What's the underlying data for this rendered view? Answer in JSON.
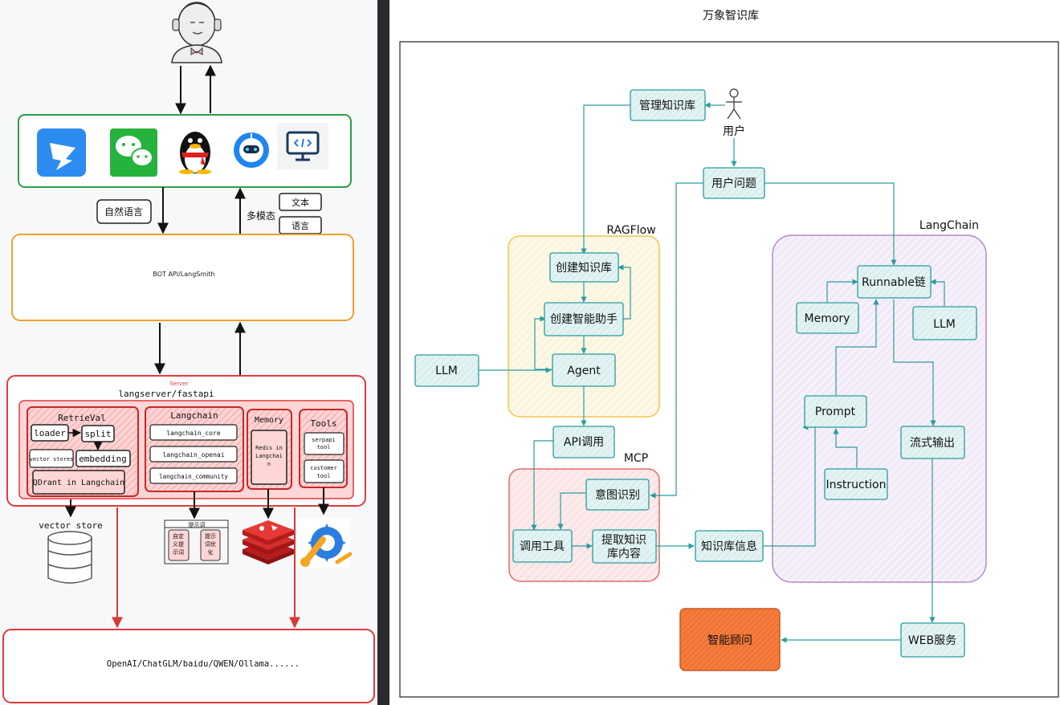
{
  "left": {
    "channel_icons": [
      "dingtalk-icon",
      "wechat-icon",
      "qq-penguin-icon",
      "robot-assistant-icon",
      "web-client-icon"
    ],
    "natural_language": "自然语言",
    "multimodal": "多模态",
    "text": "文本",
    "voice": "语言",
    "bot_api": "BOT API/LangSmith",
    "server_tag": "Server",
    "server_title": "langserver/fastapi",
    "retrieval": {
      "title": "RetrieVal",
      "loader": "loader",
      "split": "split",
      "vector_stores": "vector stores",
      "embedding": "embedding",
      "qdrant": "QDrant in Langchain"
    },
    "langchain": {
      "title": "Langchain",
      "items": [
        "langchain_core",
        "langchain_openai",
        "langchain_community"
      ]
    },
    "memory": {
      "title": "Memory",
      "body": "Redis in Langchain"
    },
    "tools": {
      "title": "Tools",
      "serpapi": "serpapi tool",
      "customer": "customer tool"
    },
    "vector_store": "vector store",
    "prompt_box": {
      "title": "提示词",
      "custom": "自定义提示词",
      "optimize": "提示词优化"
    },
    "llm_backends": "OpenAI/ChatGLM/baidu/QWEN/Ollama......"
  },
  "right": {
    "title": "万象智识库",
    "manage_kb": "管理知识库",
    "user": "用户",
    "user_question": "用户问题",
    "ragflow": "RAGFlow",
    "create_kb": "创建知识库",
    "create_assistant": "创建智能助手",
    "agent": "Agent",
    "llm": "LLM",
    "api_call": "API调用",
    "mcp": "MCP",
    "intent": "意图识别",
    "call_tool": "调用工具",
    "extract_kb_1": "提取知识",
    "extract_kb_2": "库内容",
    "kb_info": "知识库信息",
    "langchain": "LangChain",
    "runnable": "Runnable链",
    "memory": "Memory",
    "lc_llm": "LLM",
    "prompt": "Prompt",
    "instruction": "Instruction",
    "stream_output": "流式输出",
    "web_service": "WEB服务",
    "smart_advisor": "智能顾问"
  },
  "colors": {
    "green": "#2e9e44",
    "orange": "#f0a030",
    "red": "#e03b3b",
    "teal": "#2b9c9e",
    "teal_fill": "#dff1f1",
    "ragflow_fill": "#fdf6e0",
    "mcp_fill": "#fbe3e3",
    "langchain_fill": "#f1e9f6",
    "advisor_fill": "#f47c3c"
  }
}
